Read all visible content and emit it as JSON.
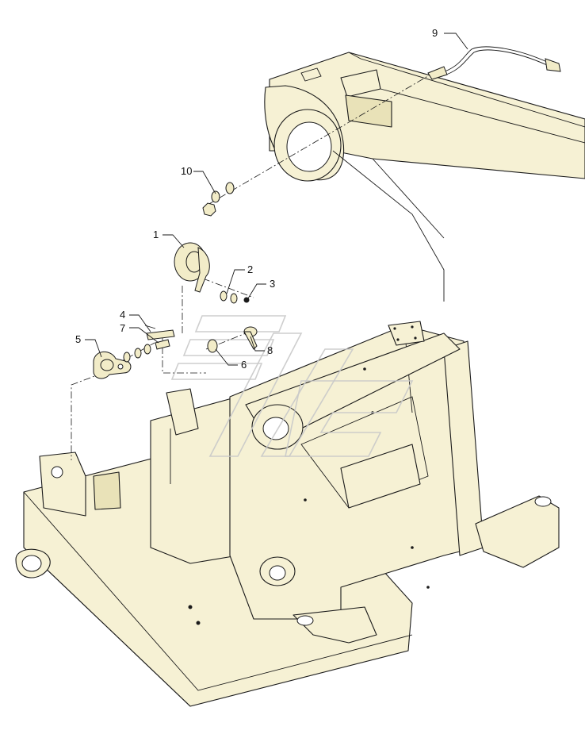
{
  "callouts": [
    {
      "id": "c1",
      "label": "1"
    },
    {
      "id": "c2",
      "label": "2"
    },
    {
      "id": "c3",
      "label": "3"
    },
    {
      "id": "c4",
      "label": "4"
    },
    {
      "id": "c5",
      "label": "5"
    },
    {
      "id": "c6",
      "label": "6"
    },
    {
      "id": "c7",
      "label": "7"
    },
    {
      "id": "c8",
      "label": "8"
    },
    {
      "id": "c9",
      "label": "9"
    },
    {
      "id": "c10",
      "label": "10"
    }
  ],
  "colors": {
    "part_fill": "#f6f1d4",
    "line": "#1a1a1a",
    "watermark": "#c9c9c9"
  }
}
